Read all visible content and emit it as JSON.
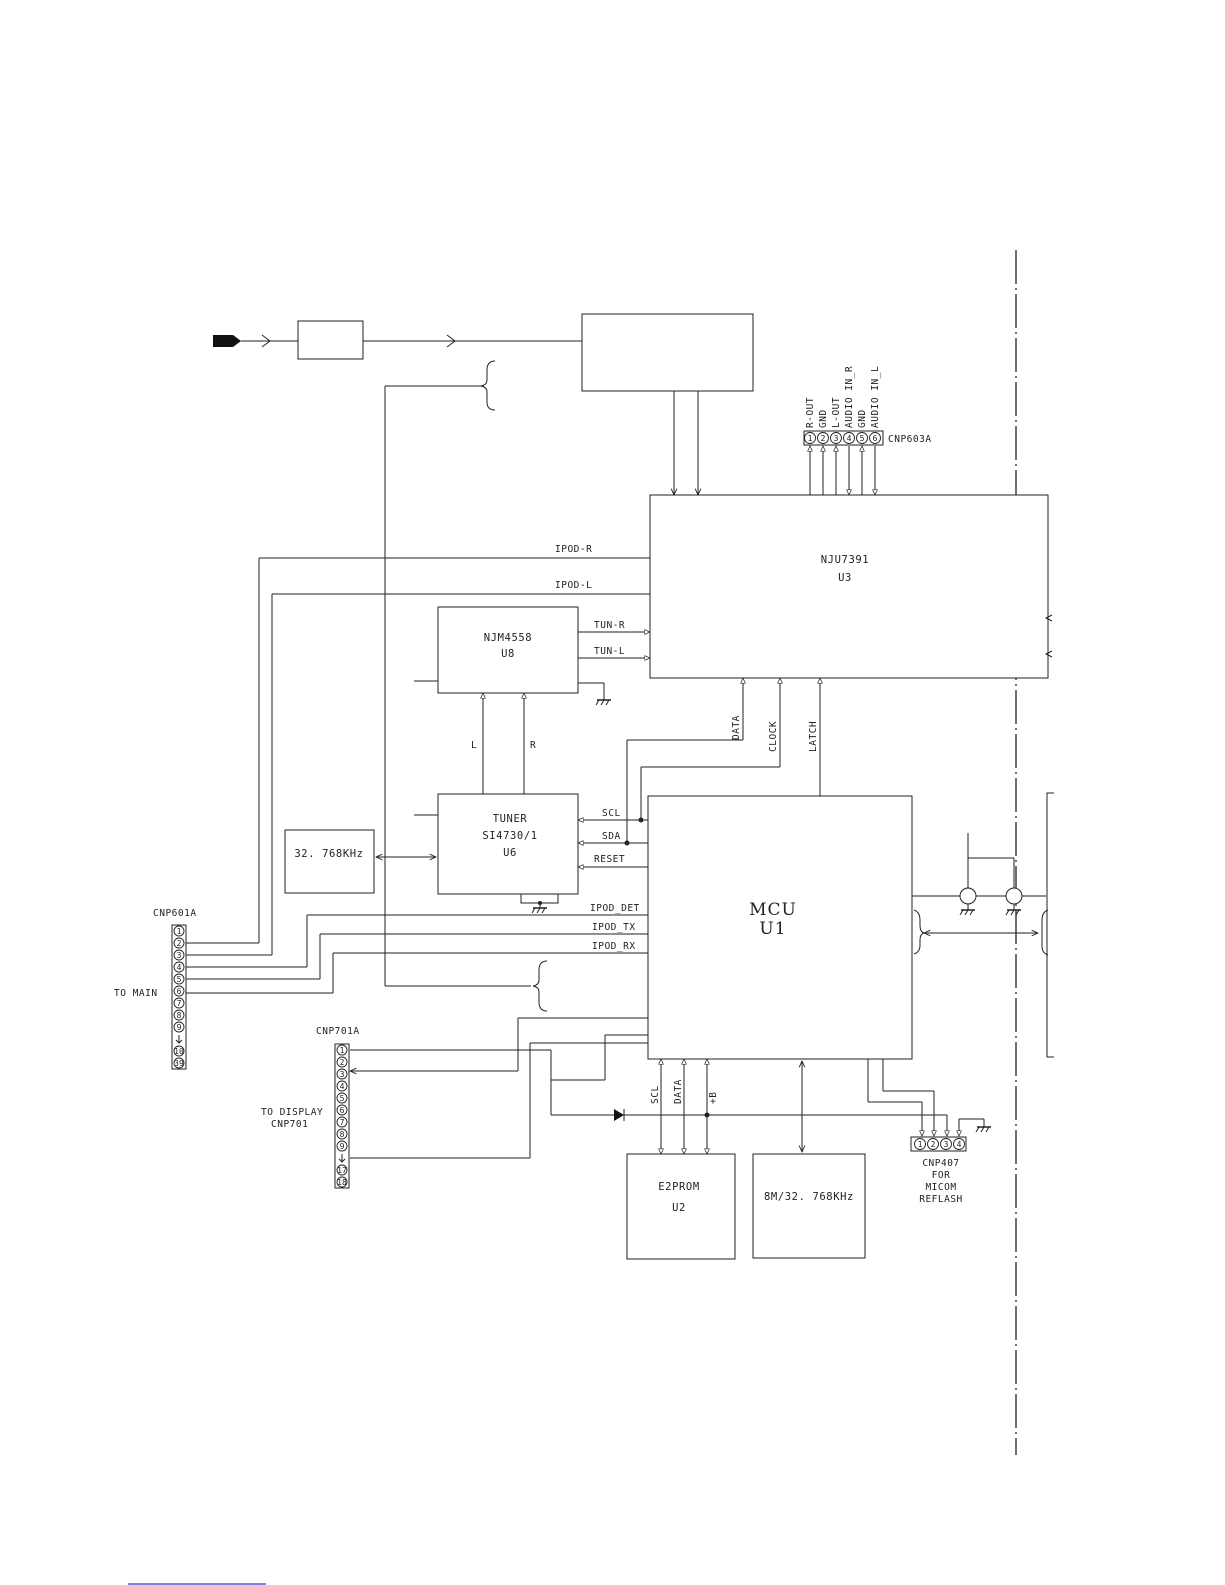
{
  "blocks": {
    "u3": {
      "name": "NJU7391",
      "ref": "U3"
    },
    "u8": {
      "name": "NJM4558",
      "ref": "U8"
    },
    "u6": {
      "name": "TUNER",
      "part": "SI4730/1",
      "ref": "U6"
    },
    "u1": {
      "name": "MCU",
      "ref": "U1"
    },
    "u2": {
      "name": "E2PROM",
      "ref": "U2"
    },
    "xtal_tuner": "32. 768KHz",
    "xtal_mcu": "8M/32. 768KHz"
  },
  "signals": {
    "ipod_r": "IPOD-R",
    "ipod_l": "IPOD-L",
    "tun_r": "TUN-R",
    "tun_l": "TUN-L",
    "data": "DATA",
    "clock": "CLOCK",
    "latch": "LATCH",
    "l": "L",
    "r": "R",
    "scl": "SCL",
    "sda": "SDA",
    "reset": "RESET",
    "ipod_det": "IPOD_DET",
    "ipod_tx": "IPOD_TX",
    "ipod_rx": "IPOD_RX",
    "e2_scl": "SCL",
    "e2_data": "DATA",
    "e2_b": "+B"
  },
  "connectors": {
    "cnp603a": {
      "name": "CNP603A",
      "pins": [
        "1",
        "2",
        "3",
        "4",
        "5",
        "6"
      ],
      "labels": [
        "R-OUT",
        "GND",
        "L-OUT",
        "AUDIO IN_R",
        "GND",
        "AUDIO IN_L"
      ]
    },
    "cnp601a": {
      "name": "CNP601A",
      "pins": [
        "1",
        "2",
        "3",
        "4",
        "5",
        "6",
        "7",
        "8",
        "9",
        "10",
        "39"
      ],
      "to": "TO MAIN"
    },
    "cnp701a": {
      "name": "CNP701A",
      "pins": [
        "1",
        "2",
        "3",
        "4",
        "5",
        "6",
        "7",
        "8",
        "9",
        "17",
        "18"
      ],
      "to_line1": "TO DISPLAY",
      "to_line2": "CNP701"
    },
    "cnp407": {
      "name": "CNP407",
      "pins": [
        "1",
        "2",
        "3",
        "4"
      ],
      "line2": "FOR",
      "line3": "MICOM",
      "line4": "REFLASH"
    }
  }
}
